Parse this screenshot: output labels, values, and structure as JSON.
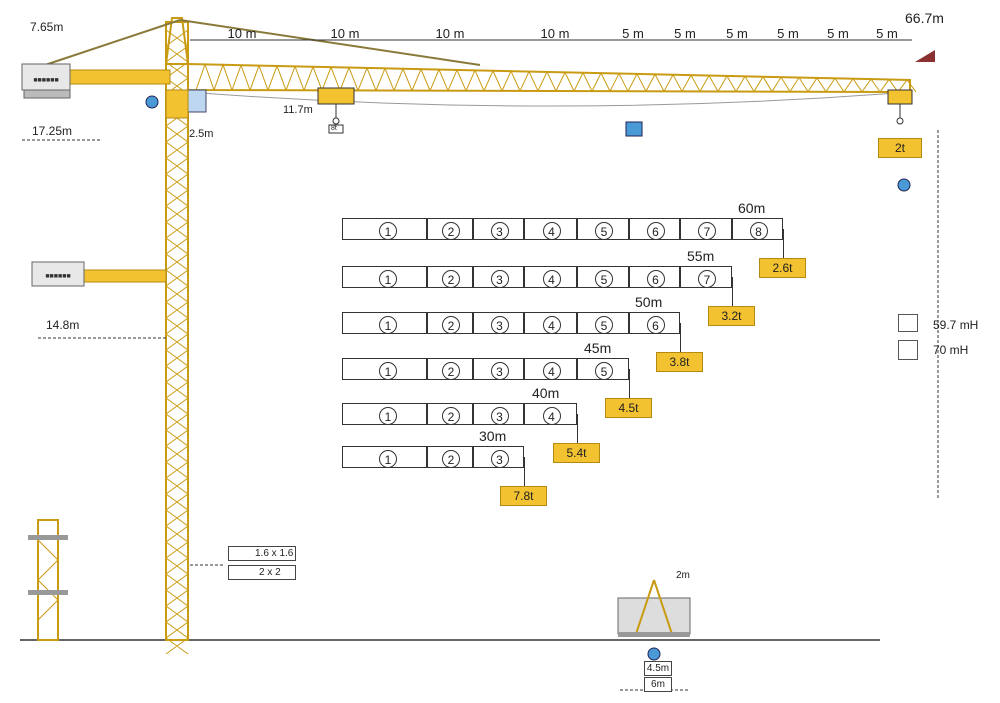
{
  "dimensions": {
    "max_height_label": "66.7m",
    "top_height": "7.65m",
    "counter_jib": "17.25m",
    "lower_counter_jib": "14.8m",
    "trolley_min": "11.7m",
    "cab_offset": "2.5m",
    "base_width": "2m",
    "trolley_weight": "8t"
  },
  "jib_segments": [
    "10 m",
    "10 m",
    "10 m",
    "10 m",
    "5 m",
    "5 m",
    "5 m",
    "5 m",
    "5 m",
    "5 m"
  ],
  "tip_load": "2t",
  "configurations": [
    {
      "length": "60m",
      "sections": [
        "1",
        "2",
        "3",
        "4",
        "5",
        "6",
        "7",
        "8"
      ],
      "load": "2.6t"
    },
    {
      "length": "55m",
      "sections": [
        "1",
        "2",
        "3",
        "4",
        "5",
        "6",
        "7"
      ],
      "load": "3.2t"
    },
    {
      "length": "50m",
      "sections": [
        "1",
        "2",
        "3",
        "4",
        "5",
        "6"
      ],
      "load": "3.8t"
    },
    {
      "length": "45m",
      "sections": [
        "1",
        "2",
        "3",
        "4",
        "5"
      ],
      "load": "4.5t"
    },
    {
      "length": "40m",
      "sections": [
        "1",
        "2",
        "3",
        "4"
      ],
      "load": "5.4t"
    },
    {
      "length": "30m",
      "sections": [
        "1",
        "2",
        "3"
      ],
      "load": "7.8t"
    }
  ],
  "heights": [
    {
      "label": "59.7 mH"
    },
    {
      "label": "70 mH"
    }
  ],
  "mast_sections": [
    {
      "label": "1.6 x 1.6"
    },
    {
      "label": "2 x 2"
    }
  ],
  "base_sizes": [
    {
      "label": "4.5m"
    },
    {
      "label": "6m"
    }
  ],
  "colors": {
    "crane": "#f2c230",
    "crane_dark": "#b48a10",
    "load": "#f2c230",
    "motion": "#4a9ad8"
  }
}
